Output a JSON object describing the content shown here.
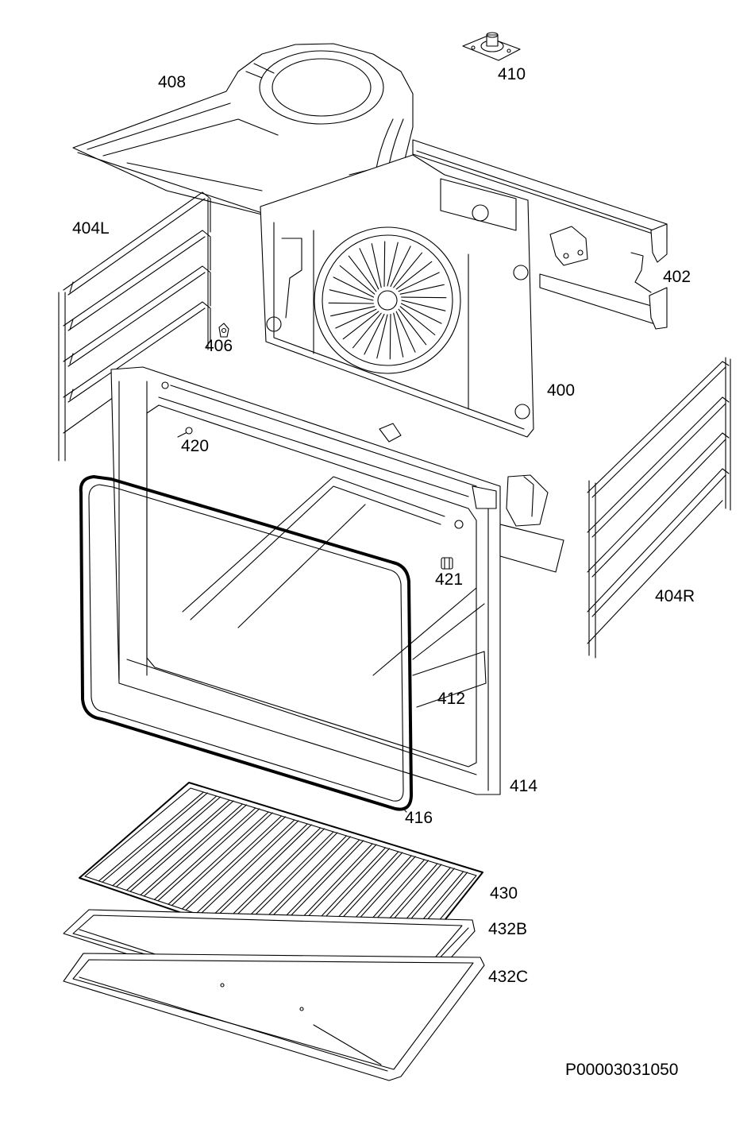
{
  "diagram": {
    "part_labels": {
      "p400": "400",
      "p402": "402",
      "p404L": "404L",
      "p404R": "404R",
      "p406": "406",
      "p408": "408",
      "p410": "410",
      "p412": "412",
      "p414": "414",
      "p416": "416",
      "p420": "420",
      "p421": "421",
      "p430": "430",
      "p432B": "432B",
      "p432C": "432C"
    },
    "document_id": "P00003031050"
  }
}
